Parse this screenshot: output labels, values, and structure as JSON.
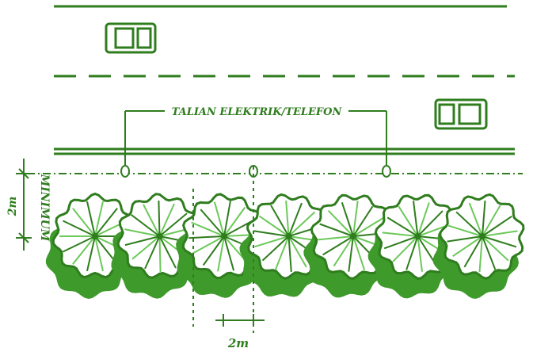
{
  "labels": {
    "cable_line": "TALIAN ELEKTRIK/TELEFON",
    "vertical_dimension_value": "2m",
    "vertical_dimension_note": "MINIMUM",
    "horizontal_dimension_value": "2m"
  },
  "trees": {
    "count": 7
  },
  "colors": {
    "ink": "#2f7d1e",
    "light_leaf": "#6cc85a",
    "shadow": "#3f9a2c"
  }
}
